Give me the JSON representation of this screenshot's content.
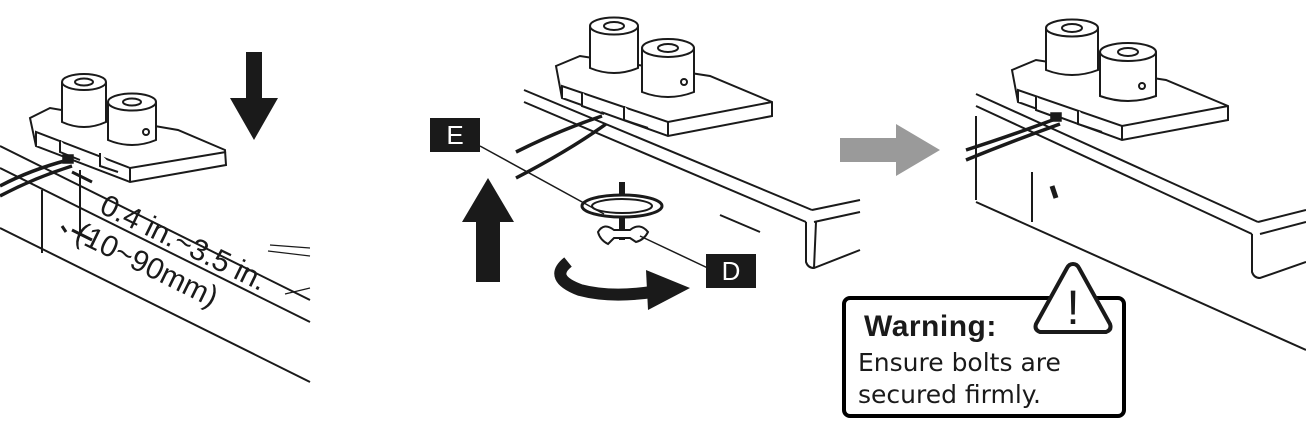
{
  "step1": {
    "range_label_in": "0.4 in.~3.5 in.",
    "range_label_mm": "(10~90mm)"
  },
  "step2": {
    "label_e": "E",
    "label_d": "D"
  },
  "warning": {
    "title": "Warning:",
    "line1": "Ensure bolts are",
    "line2": "secured firmly.",
    "icon_symbol": "!"
  },
  "colors": {
    "ink": "#1a1a1a",
    "arrow_gray": "#9a9a9a",
    "label_bg": "#1a1a1a",
    "label_fg": "#ffffff"
  }
}
